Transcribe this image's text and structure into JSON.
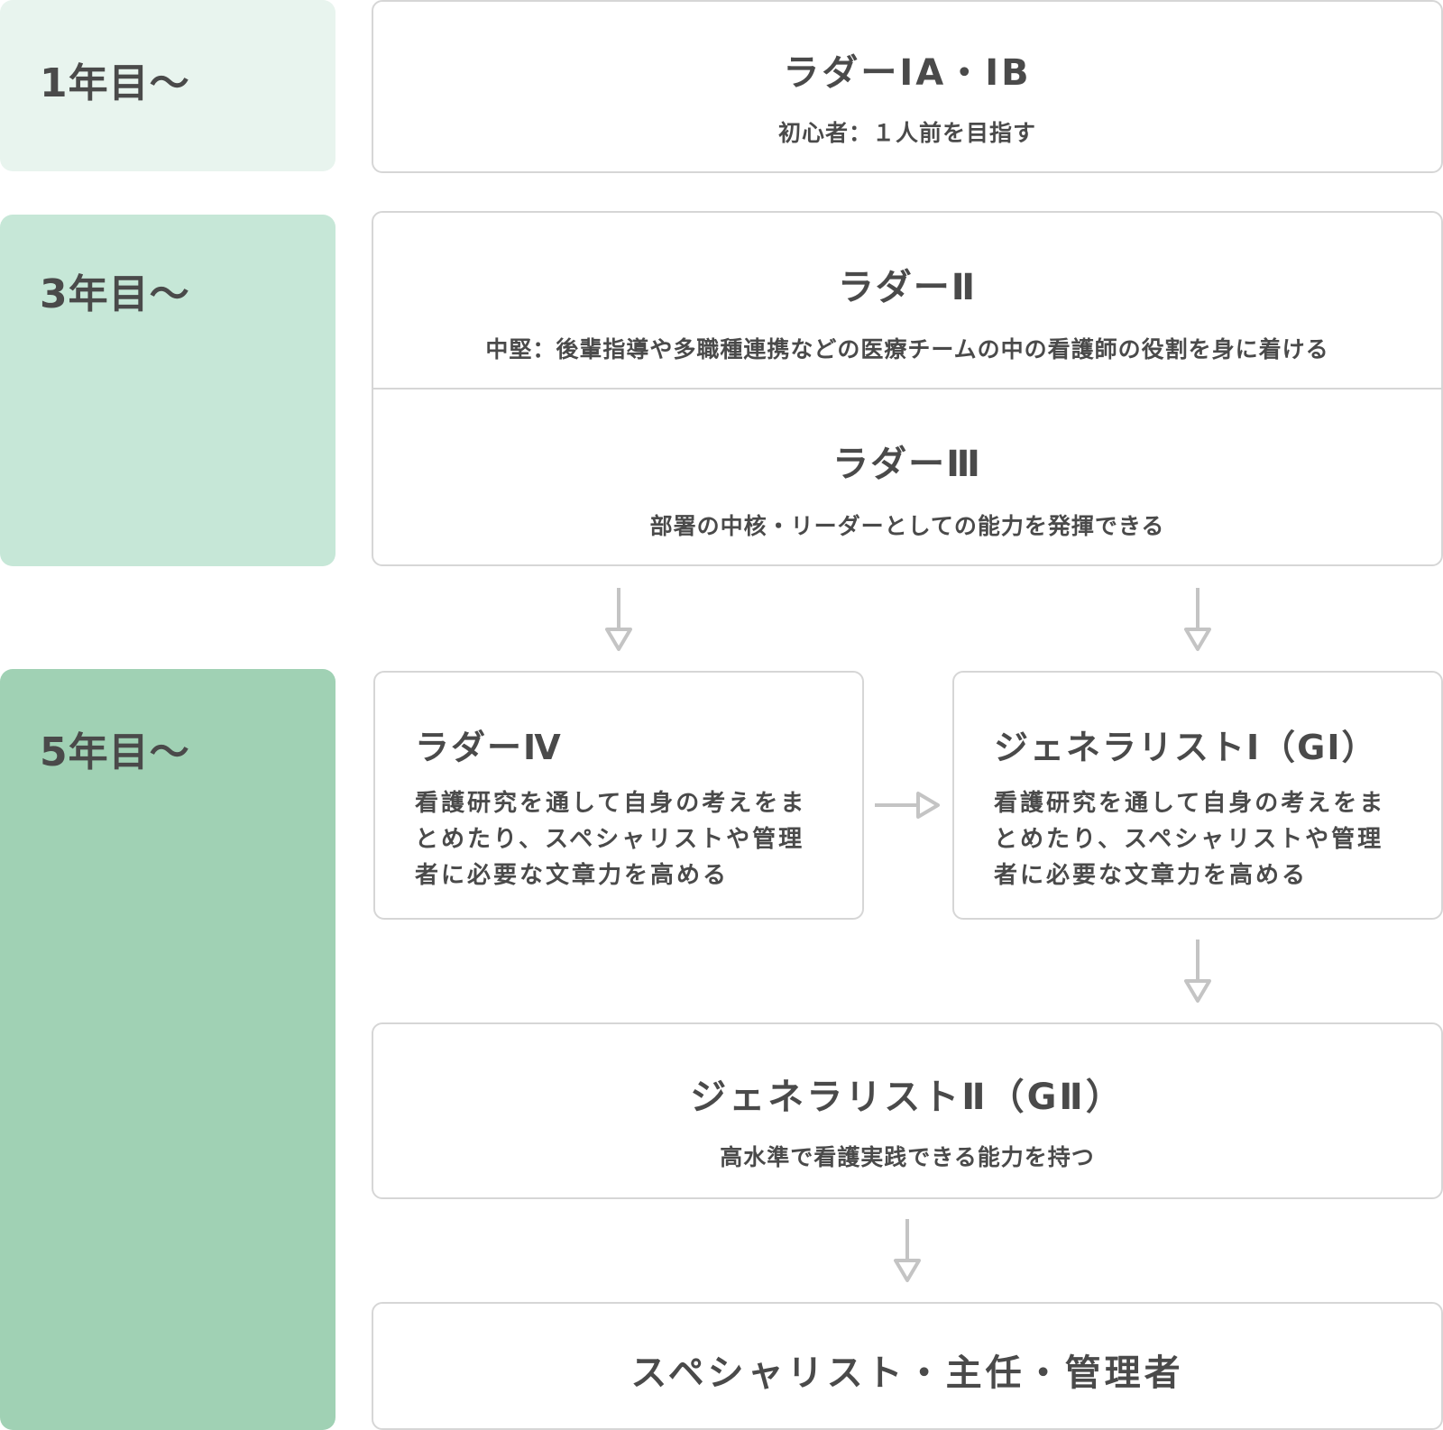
{
  "years": {
    "year1": "1年目〜",
    "year3": "3年目〜",
    "year5": "5年目〜"
  },
  "ladder1": {
    "title": "ラダーⅠA・ⅠB",
    "desc": "初心者：１人前を目指す"
  },
  "ladder2": {
    "title": "ラダーⅡ",
    "desc": "中堅：後輩指導や多職種連携などの医療チームの中の看護師の役割を身に着ける"
  },
  "ladder3": {
    "title": "ラダーⅢ",
    "desc": "部署の中核・リーダーとしての能力を発揮できる"
  },
  "ladder4": {
    "title": "ラダーⅣ",
    "desc_lines": [
      "看護研究を通して自身の考えをま",
      "とめたり、スペシャリストや管理",
      "者に必要な文章力を高める"
    ]
  },
  "generalist1": {
    "title": "ジェネラリストⅠ（GⅠ）",
    "desc_lines": [
      "看護研究を通して自身の考えをま",
      "とめたり、スペシャリストや管理",
      "者に必要な文章力を高める"
    ]
  },
  "generalist2": {
    "title": "ジェネラリストⅡ（GⅡ）",
    "desc": "高水準で看護実践できる能力を持つ"
  },
  "final": {
    "title": "スペシャリスト・主任・管理者"
  },
  "colors": {
    "year1_bg": "#e8f4ee",
    "year3_bg": "#c6e7d7",
    "year5_bg": "#a0d1b4",
    "border": "#d6d6d6",
    "arrow": "#c4c4c4",
    "text": "#4a4a4a"
  }
}
